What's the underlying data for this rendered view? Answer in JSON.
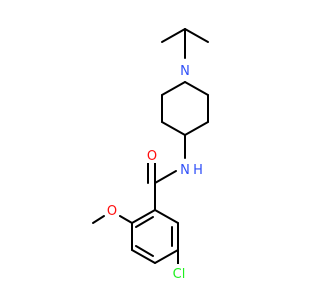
{
  "molecule": {
    "atoms": {
      "n_ring": {
        "label": "N",
        "color": "#3050f8"
      },
      "n_amide": {
        "label": "N",
        "color": "#3050f8"
      },
      "h_amide": {
        "label": "H",
        "color": "#3050f8"
      },
      "o_carbonyl": {
        "label": "O",
        "color": "#ff0d0d"
      },
      "o_methoxy": {
        "label": "O",
        "color": "#ff0d0d"
      },
      "cl": {
        "label": "Cl",
        "color": "#1ff01f"
      }
    }
  }
}
